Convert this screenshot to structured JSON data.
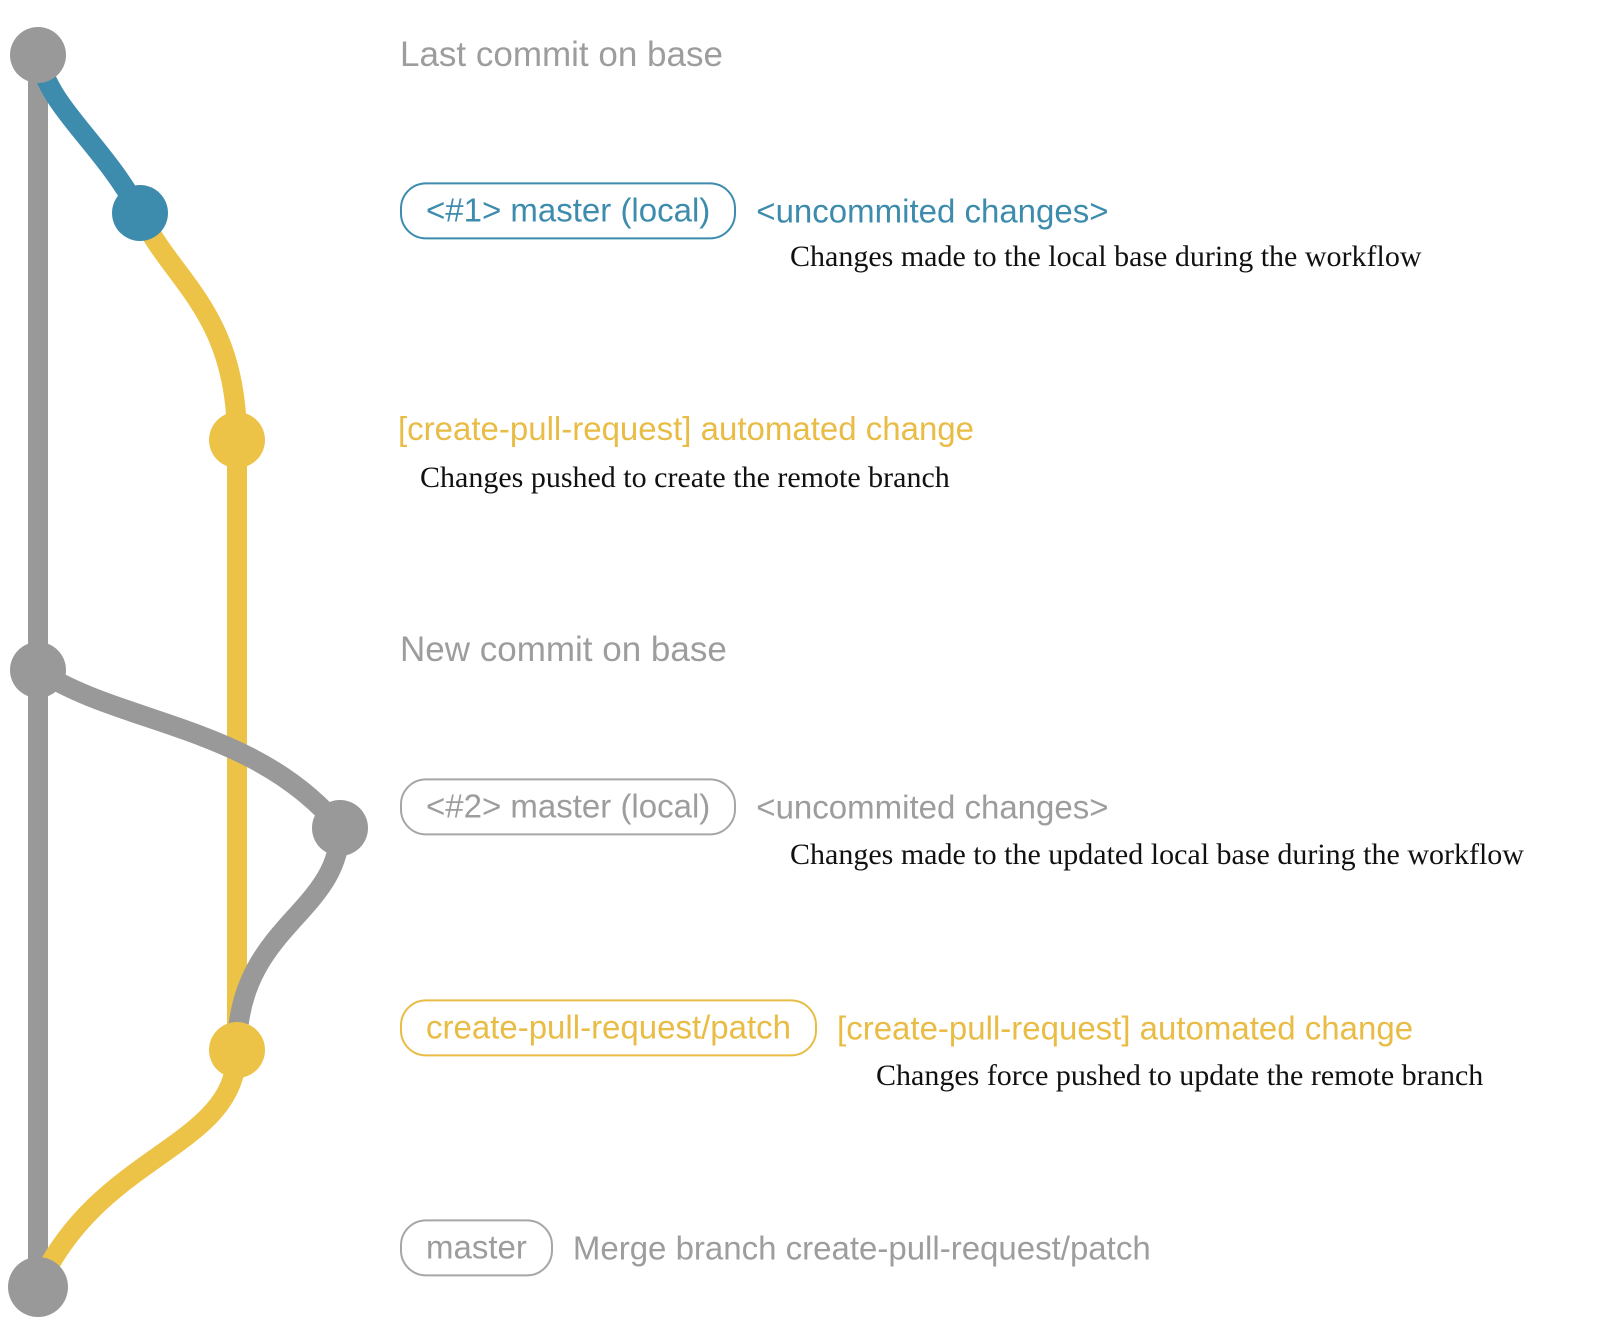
{
  "colors": {
    "base": "#999999",
    "base-text": "#9d9d9d",
    "box-border": "#a6a6a6",
    "local": "#3d8bad",
    "patch": "#ecc347",
    "patch-text": "#e9bc45",
    "desc-text": "#111111"
  },
  "graph": {
    "lanes": [
      {
        "name": "base-branch",
        "color": "#999999"
      },
      {
        "name": "local-master-branch",
        "color": "#3d8bad"
      },
      {
        "name": "create-pull-request-patch-branch",
        "color": "#ecc347"
      }
    ],
    "node_colors": [
      "#999999",
      "#3d8bad",
      "#ecc347",
      "#999999",
      "#999999",
      "#ecc347",
      "#999999"
    ]
  },
  "rows": {
    "last_commit": {
      "text": "Last commit on base"
    },
    "uncommitted_1": {
      "tag": "<#1> master (local)",
      "message": "<uncommited changes>",
      "description": "Changes made to the local base during the workflow"
    },
    "automated_1": {
      "message": "[create-pull-request] automated change",
      "description": "Changes pushed to create the remote branch"
    },
    "new_commit": {
      "text": "New commit on base"
    },
    "uncommitted_2": {
      "tag": "<#2> master (local)",
      "message": "<uncommited changes>",
      "description": "Changes made to the updated local base during the workflow"
    },
    "automated_2": {
      "tag": "create-pull-request/patch",
      "message": "[create-pull-request] automated change",
      "description": "Changes force pushed to update the remote branch"
    },
    "merge": {
      "tag": "master",
      "message": "Merge branch create-pull-request/patch"
    }
  }
}
